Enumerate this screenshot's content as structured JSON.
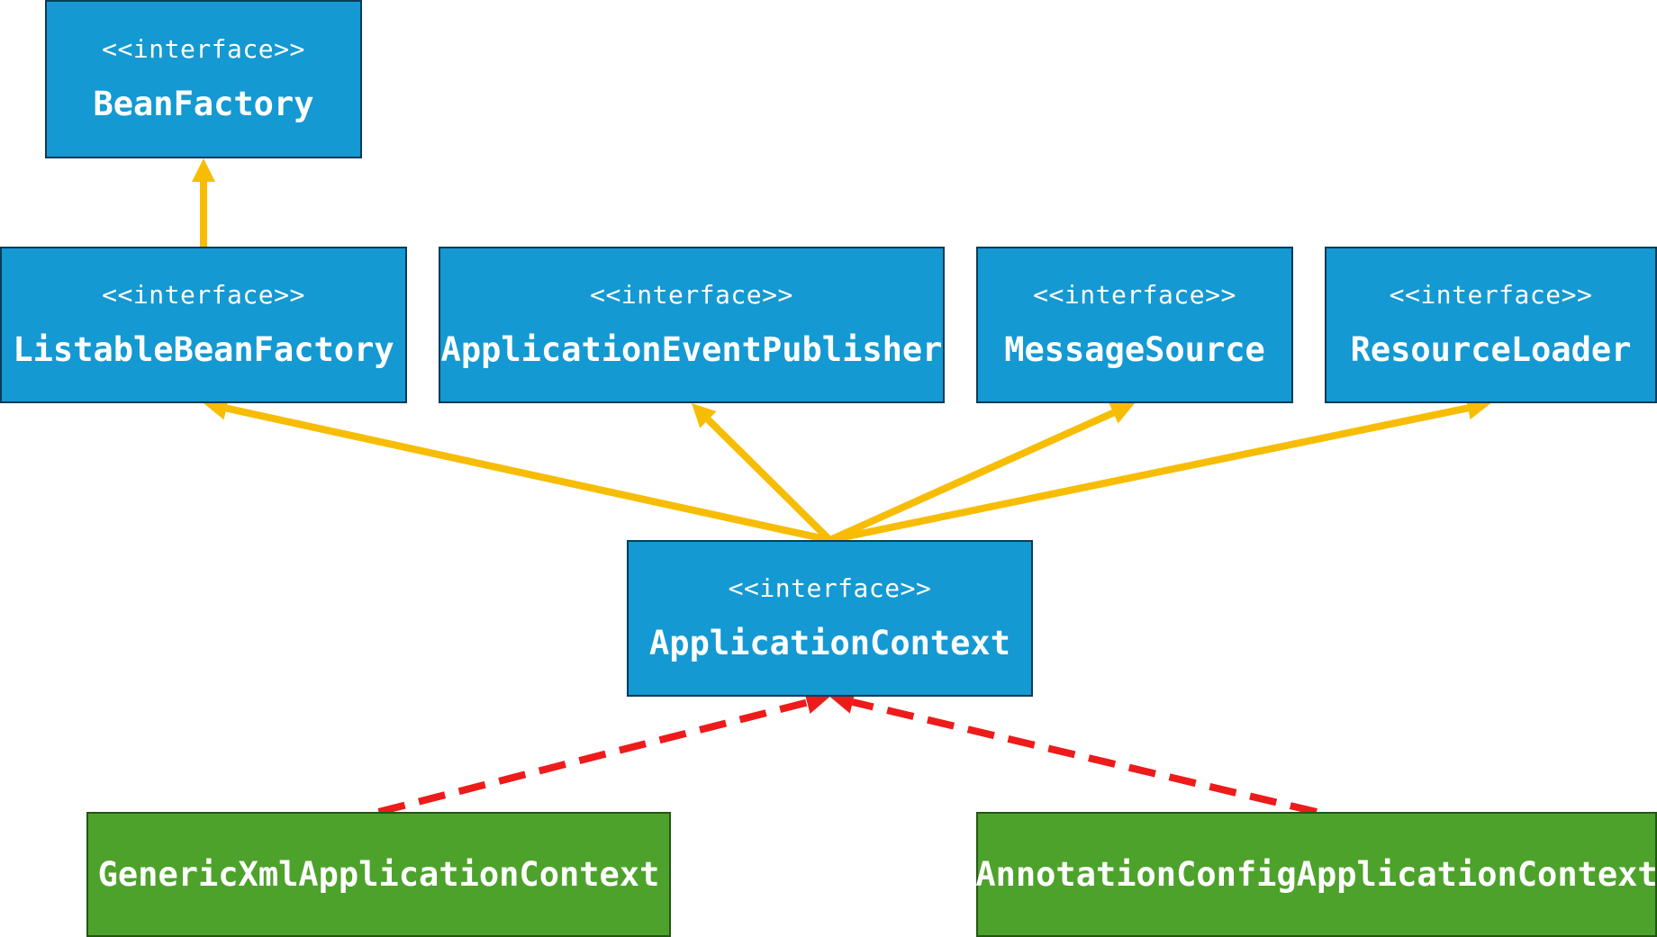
{
  "colors": {
    "interface_fill": "#1499d2",
    "interface_border": "#0e3b57",
    "class_fill": "#4da22b",
    "class_border": "#235614",
    "extends_arrow": "#f7bd04",
    "implements_arrow": "#ee1b1b",
    "text": "#ffffff"
  },
  "nodes": {
    "bean_factory": {
      "stereotype": "<<interface>>",
      "name": "BeanFactory"
    },
    "listable_bean_factory": {
      "stereotype": "<<interface>>",
      "name": "ListableBeanFactory"
    },
    "application_event_publisher": {
      "stereotype": "<<interface>>",
      "name": "ApplicationEventPublisher"
    },
    "message_source": {
      "stereotype": "<<interface>>",
      "name": "MessageSource"
    },
    "resource_loader": {
      "stereotype": "<<interface>>",
      "name": "ResourceLoader"
    },
    "application_context": {
      "stereotype": "<<interface>>",
      "name": "ApplicationContext"
    },
    "generic_xml_application_context": {
      "name": "GenericXmlApplicationContext"
    },
    "annotation_config_application_context": {
      "name": "AnnotationConfigApplicationContext"
    }
  },
  "edges": [
    {
      "from": "listable_bean_factory",
      "to": "bean_factory",
      "style": "solid"
    },
    {
      "from": "application_context",
      "to": "listable_bean_factory",
      "style": "solid"
    },
    {
      "from": "application_context",
      "to": "application_event_publisher",
      "style": "solid"
    },
    {
      "from": "application_context",
      "to": "message_source",
      "style": "solid"
    },
    {
      "from": "application_context",
      "to": "resource_loader",
      "style": "solid"
    },
    {
      "from": "generic_xml_application_context",
      "to": "application_context",
      "style": "dashed"
    },
    {
      "from": "annotation_config_application_context",
      "to": "application_context",
      "style": "dashed"
    }
  ]
}
